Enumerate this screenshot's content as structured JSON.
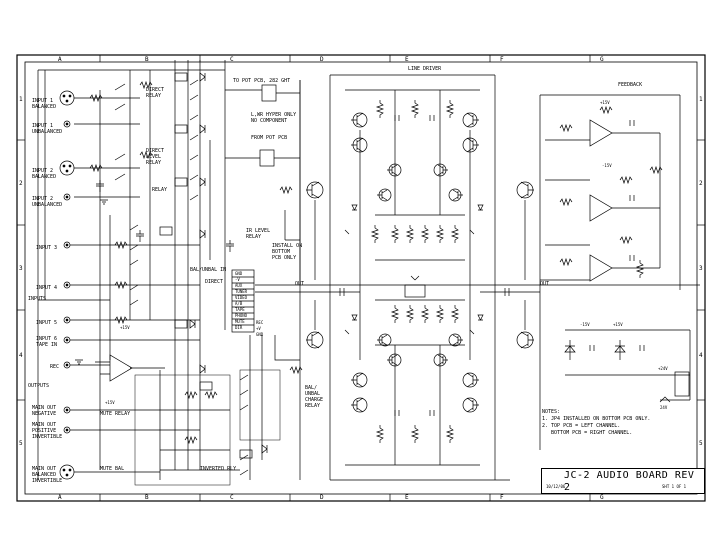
{
  "zones_top": [
    "A",
    "B",
    "C",
    "D",
    "E",
    "F",
    "G"
  ],
  "zones_bottom": [
    "A",
    "B",
    "C",
    "D",
    "E",
    "F",
    "G"
  ],
  "zones_left": [
    "1",
    "2",
    "3",
    "4",
    "5"
  ],
  "zones_right": [
    "1",
    "2",
    "3",
    "4",
    "5"
  ],
  "labels": {
    "input1_bal": "INPUT 1\nBALANCED",
    "input1_unbal": "INPUT 1\nUNBALANCED",
    "input2_bal": "INPUT 2\nBALANCED",
    "input2_unbal": "INPUT 2\nUNBALANCED",
    "input3": "INPUT 3",
    "input4": "INPUT 4",
    "inputs": "INPUTS",
    "input5": "INPUT 5",
    "input6_tape": "INPUT 6\nTAPE IN",
    "rec": "REC",
    "outputs": "OUTPUTS",
    "main_neg": "MAIN OUT\nNEGATIVE",
    "main_pos": "MAIN OUT\nPOSITIVE\nINVERTIBLE",
    "main_bal": "MAIN OUT\nBALANCED\nINVERTIBLE",
    "direct_relay": "DIRECT\nRELAY",
    "direct_level_relay": "DIRECT\nLEVEL\nRELAY",
    "relay": "RELAY",
    "to_pot_pcb": "TO POT PCB, 282 GHT",
    "hyper_only": "L,WR HYPER ONLY\nNO COMPONENT",
    "from_pot_pcb": "FROM POT PCB",
    "ir_level_relay": "IR LEVEL\nRELAY",
    "install_bottom": "INSTALL ON\nBOTTOM\nPCB ONLY",
    "bal_unbal": "BAL/UNBAL IN",
    "direct": "DIRECT",
    "conn_pins": [
      "GND",
      "-V",
      "AUX",
      "TUNER",
      "VIDEO",
      "A/B",
      "TAPE",
      "PHONO",
      "MUTE",
      "DIR",
      "REC",
      "+V",
      "GND"
    ],
    "mute_relay": "MUTE RELAY",
    "mute_bal": "MUTE BAL",
    "inverted_rly": "INVERTED RLY",
    "bal_unbal_charge": "BAL/\nUNBAL\nCHARGE\nRELAY",
    "line_driver": "LINE DRIVER",
    "feedback": "FEEDBACK",
    "out_left": "OUT",
    "out_right": "OUT",
    "plus15v": "+15V",
    "minus15v": "-15V",
    "plus24v": "+24V",
    "v24": "24V"
  },
  "notes": {
    "heading": "NOTES:",
    "items": [
      "1. JP4 INSTALLED ON BOTTOM PCB ONLY.",
      "2. TOP PCB = LEFT CHANNEL.",
      "   BOTTOM PCB = RIGHT CHANNEL."
    ]
  },
  "title_block": {
    "title": "JC-2 AUDIO BOARD REV 2",
    "date": "10/12/06",
    "sheet": "SHT 1 OF 1"
  }
}
